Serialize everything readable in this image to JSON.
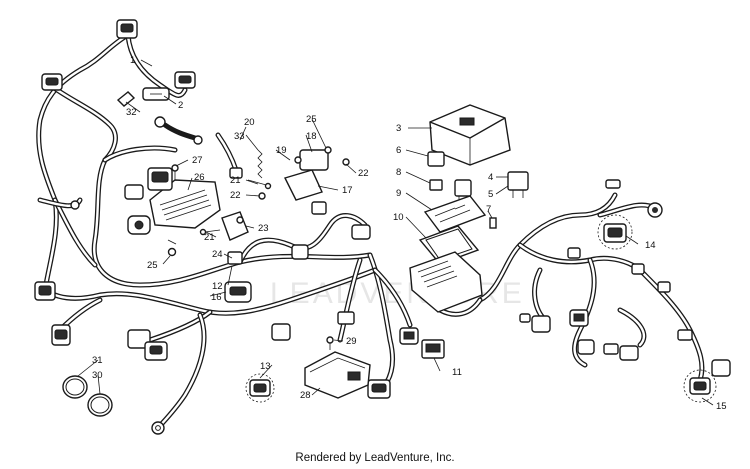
{
  "diagram": {
    "watermark": "LEADVENTURE",
    "footer": "Rendered by LeadVenture, Inc.",
    "callouts": [
      {
        "id": "1",
        "label": "1"
      },
      {
        "id": "2",
        "label": "2"
      },
      {
        "id": "3",
        "label": "3"
      },
      {
        "id": "4",
        "label": "4"
      },
      {
        "id": "5",
        "label": "5"
      },
      {
        "id": "6",
        "label": "6"
      },
      {
        "id": "7",
        "label": "7"
      },
      {
        "id": "8",
        "label": "8"
      },
      {
        "id": "9",
        "label": "9"
      },
      {
        "id": "10",
        "label": "10"
      },
      {
        "id": "11",
        "label": "11"
      },
      {
        "id": "12",
        "label": "12"
      },
      {
        "id": "13",
        "label": "13"
      },
      {
        "id": "14",
        "label": "14"
      },
      {
        "id": "15",
        "label": "15"
      },
      {
        "id": "16",
        "label": "16"
      },
      {
        "id": "17",
        "label": "17"
      },
      {
        "id": "18",
        "label": "18"
      },
      {
        "id": "19",
        "label": "19"
      },
      {
        "id": "20",
        "label": "20"
      },
      {
        "id": "21a",
        "label": "21"
      },
      {
        "id": "21b",
        "label": "21"
      },
      {
        "id": "22a",
        "label": "22"
      },
      {
        "id": "22b",
        "label": "22"
      },
      {
        "id": "23",
        "label": "23"
      },
      {
        "id": "24",
        "label": "24"
      },
      {
        "id": "25a",
        "label": "25"
      },
      {
        "id": "25b",
        "label": "25"
      },
      {
        "id": "26",
        "label": "26"
      },
      {
        "id": "27",
        "label": "27"
      },
      {
        "id": "28",
        "label": "28"
      },
      {
        "id": "29",
        "label": "29"
      },
      {
        "id": "30",
        "label": "30"
      },
      {
        "id": "31",
        "label": "31"
      },
      {
        "id": "32",
        "label": "32"
      },
      {
        "id": "33",
        "label": "33"
      }
    ]
  }
}
